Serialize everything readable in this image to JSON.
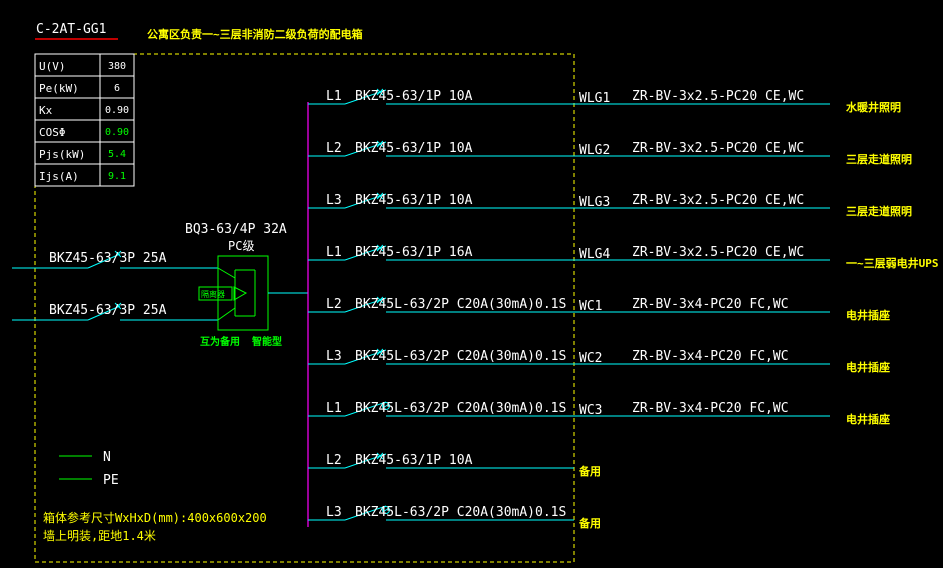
{
  "drawing_code": "C-2AT-GG1",
  "title": "公寓区负责一~三层非消防二级负荷的配电箱",
  "params": [
    {
      "name": "U(V)",
      "value": "380"
    },
    {
      "name": "Pe(kW)",
      "value": "6"
    },
    {
      "name": "Kx",
      "value": "0.90"
    },
    {
      "name": "COSΦ",
      "value": "0.90"
    },
    {
      "name": "Pjs(kW)",
      "value": "5.4"
    },
    {
      "name": "Ijs(A)",
      "value": "9.1"
    }
  ],
  "incoming": [
    {
      "breaker": "BKZ45-63/3P 25A"
    },
    {
      "breaker": "BKZ45-63/3P 25A"
    }
  ],
  "ats": {
    "model": "BQ3-63/4P 32A",
    "class": "PC级",
    "inner_label": "隔离器",
    "mode_label": "互为备用",
    "type_label": "智能型"
  },
  "circuits": [
    {
      "phase": "L1",
      "breaker": "BKZ45-63/1P 10A",
      "code": "WLG1",
      "cable": "ZR-BV-3x2.5-PC20 CE,WC",
      "load": "水暖井照明",
      "symbol": "x"
    },
    {
      "phase": "L2",
      "breaker": "BKZ45-63/1P 10A",
      "code": "WLG2",
      "cable": "ZR-BV-3x2.5-PC20 CE,WC",
      "load": "三层走道照明",
      "symbol": "x"
    },
    {
      "phase": "L3",
      "breaker": "BKZ45-63/1P 10A",
      "code": "WLG3",
      "cable": "ZR-BV-3x2.5-PC20 CE,WC",
      "load": "三层走道照明",
      "symbol": "x"
    },
    {
      "phase": "L1",
      "breaker": "BKZ45-63/1P 16A",
      "code": "WLG4",
      "cable": "ZR-BV-3x2.5-PC20 CE,WC",
      "load": "一~三层弱电井UPS",
      "symbol": "x"
    },
    {
      "phase": "L2",
      "breaker": "BKZ45L-63/2P C20A(30mA)0.1S",
      "code": "WC1",
      "cable": "ZR-BV-3x4-PC20 FC,WC",
      "load": "电井插座",
      "symbol": "x"
    },
    {
      "phase": "L3",
      "breaker": "BKZ45L-63/2P C20A(30mA)0.1S",
      "code": "WC2",
      "cable": "ZR-BV-3x4-PC20 FC,WC",
      "load": "电井插座",
      "symbol": "x"
    },
    {
      "phase": "L1",
      "breaker": "BKZ45L-63/2P C20A(30mA)0.1S",
      "code": "WC3",
      "cable": "ZR-BV-3x4-PC20 FC,WC",
      "load": "电井插座",
      "symbol": "o"
    },
    {
      "phase": "L2",
      "breaker": "BKZ45-63/1P 10A",
      "code": "",
      "cable": "",
      "load": "备用",
      "symbol": "x"
    },
    {
      "phase": "L3",
      "breaker": "BKZ45L-63/2P C20A(30mA)0.1S",
      "code": "",
      "cable": "",
      "load": "备用",
      "symbol": "o"
    }
  ],
  "legend": [
    {
      "label": "N"
    },
    {
      "label": "PE"
    }
  ],
  "notes": {
    "line1": "箱体参考尺寸WxHxD(mm):400x600x200",
    "line2": "墙上明装,距地1.4米"
  },
  "colors": {
    "background": "#000000",
    "feeder": "#00ffff",
    "bus": "#ff00ff",
    "enclosure": "#ffff00",
    "neutral": "#00ff00",
    "title_underline": "#ff0000"
  }
}
